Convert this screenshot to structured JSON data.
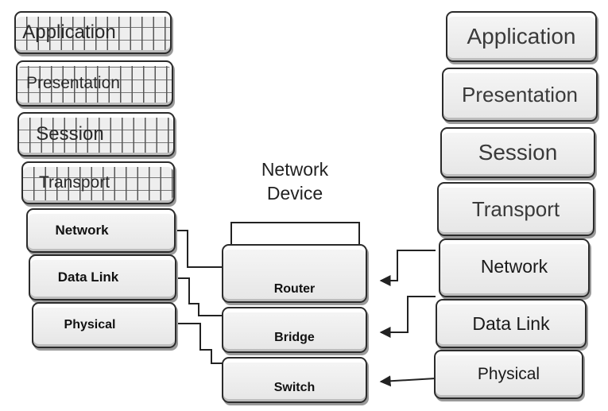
{
  "left_stack": {
    "application": "Application",
    "presentation": "Presentation",
    "session": "Session",
    "transport": "Transport",
    "network": "Network",
    "data_link": "Data Link",
    "physical": "Physical"
  },
  "device": {
    "title_line1": "Network",
    "title_line2": "Device",
    "router": "Router",
    "bridge": "Bridge",
    "switch": "Switch"
  },
  "right_stack": {
    "application": "Application",
    "presentation": "Presentation",
    "session": "Session",
    "transport": "Transport",
    "network": "Network",
    "data_link": "Data Link",
    "physical": "Physical"
  }
}
